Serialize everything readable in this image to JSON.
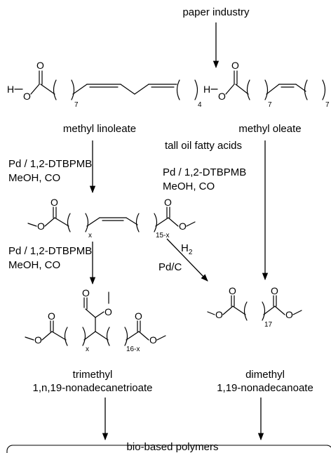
{
  "labels": {
    "paper_industry": "paper industry",
    "methyl_linoleate": "methyl linoleate",
    "methyl_oleate": "methyl oleate",
    "tall_oil": "tall oil fatty acids",
    "cat_left_1": "Pd / 1,2-DTBPMB",
    "cond_left_1": "MeOH, CO",
    "cat_right": "Pd / 1,2-DTBPMB",
    "cond_right": "MeOH, CO",
    "cat_left_2": "Pd / 1,2-DTBPMB",
    "cond_left_2": "MeOH, CO",
    "h2": "H",
    "h2_sub": "2",
    "pdc": "Pd/C",
    "trimethyl_1": "trimethyl",
    "trimethyl_2": "1,n,19-nonadecanetrioate",
    "dimethyl_1": "dimethyl",
    "dimethyl_2": "1,19-nonadecanoate",
    "bio_polymers": "bio-based polymers"
  },
  "atoms": {
    "H": "H",
    "O": "O"
  },
  "subscripts": {
    "n7": "7",
    "n4": "4",
    "x": "x",
    "n15x": "15-x",
    "n16x": "16-x",
    "n17": "17"
  }
}
